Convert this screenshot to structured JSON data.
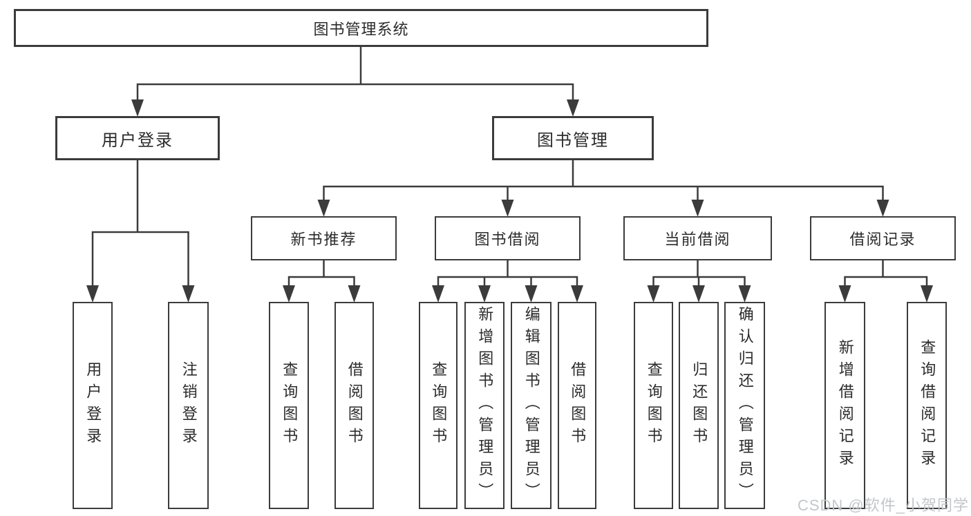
{
  "tree": {
    "root": {
      "label": "图书管理系统"
    },
    "level2": [
      {
        "label": "用户登录"
      },
      {
        "label": "图书管理"
      }
    ],
    "level3": [
      {
        "label": "新书推荐"
      },
      {
        "label": "图书借阅"
      },
      {
        "label": "当前借阅"
      },
      {
        "label": "借阅记录"
      }
    ],
    "leaves": {
      "userLogin": [
        {
          "label": "用户登录"
        },
        {
          "label": "注销登录"
        }
      ],
      "newBookRecommend": [
        {
          "label": "查询图书"
        },
        {
          "label": "借阅图书"
        }
      ],
      "bookBorrowing": [
        {
          "label": "查询图书"
        },
        {
          "label": "新增图书（管理员）"
        },
        {
          "label": "编辑图书（管理员）"
        },
        {
          "label": "借阅图书"
        }
      ],
      "currentBorrowing": [
        {
          "label": "查询图书"
        },
        {
          "label": "归还图书"
        },
        {
          "label": "确认归还（管理员）"
        }
      ],
      "borrowingRecords": [
        {
          "label": "新增借阅记录"
        },
        {
          "label": "查询借阅记录"
        }
      ]
    }
  },
  "watermark": "CSDN @软件_小贺同学",
  "colors": {
    "line": "#3b3b3b",
    "text": "#2b2b2b",
    "background": "#ffffff",
    "watermark": "#c3c6c9"
  }
}
